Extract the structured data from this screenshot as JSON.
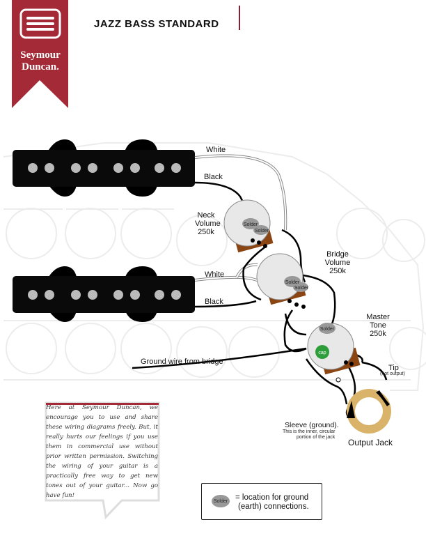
{
  "brand": {
    "name_line1": "Seymour",
    "name_line2": "Duncan.",
    "ribbon_color": "#a32a36"
  },
  "title": "JAZZ BASS STANDARD",
  "labels": {
    "neck_white": "White",
    "neck_black": "Black",
    "bridge_white": "White",
    "bridge_black": "Black",
    "neck_volume": [
      "Neck",
      "Volume",
      "250k"
    ],
    "bridge_volume": [
      "Bridge",
      "Volume",
      "250k"
    ],
    "master_tone": [
      "Master",
      "Tone",
      "250k"
    ],
    "ground_wire": "Ground wire from bridge",
    "tip": "Tip",
    "tip_note": "(hot output)",
    "sleeve": "Sleeve (ground).",
    "sleeve_note1": "This is the inner, circular",
    "sleeve_note2": "portion of the jack",
    "output_jack": "Output Jack",
    "solder": "Solder",
    "cap": "cap"
  },
  "note": "Here at Seymour Duncan, we encourage you to use and share these wiring diagrams freely. But, it really hurts our feelings if you use them in commercial use without prior written permission. Switching the wiring of your guitar is a practically free way to get new tones out of your guitar... Now go have fun!",
  "legend": {
    "solder": "Solder",
    "text_line1": "= location for ground",
    "text_line2": "(earth) connections."
  }
}
